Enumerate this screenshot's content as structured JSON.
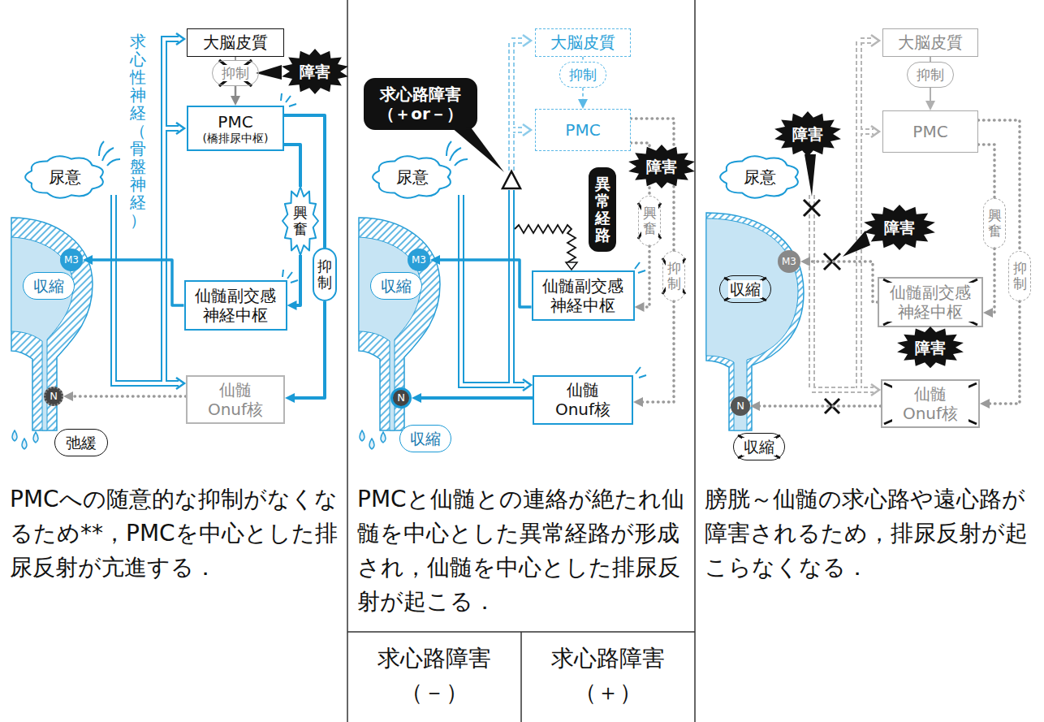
{
  "diagram": {
    "nodes": [
      {
        "text": [
          "大脳皮質"
        ]
      },
      {
        "text": [
          "抑制"
        ]
      },
      {
        "text": [
          "障害"
        ]
      },
      {
        "text": [
          "PMC",
          "(橋排尿中枢)"
        ]
      },
      {
        "text": [
          "尿意"
        ]
      },
      {
        "text": [
          "興奮"
        ]
      },
      {
        "text": [
          "抑制"
        ]
      },
      {
        "text": [
          "M3"
        ]
      },
      {
        "text": [
          "収縮"
        ]
      },
      {
        "text": [
          "仙髄副交感 神経中枢"
        ]
      },
      {
        "text": [
          "仙髄 Onuf核"
        ]
      },
      {
        "text": [
          "N"
        ]
      },
      {
        "text": [
          "弛緩"
        ]
      },
      {
        "text": [
          "求心路障害 （＋or－）"
        ]
      },
      {
        "text": [
          "大脳皮質"
        ]
      },
      {
        "text": [
          "抑制"
        ]
      },
      {
        "text": [
          "PMC"
        ]
      },
      {
        "text": [
          "障害"
        ]
      },
      {
        "text": [
          "尿意"
        ]
      },
      {
        "text": [
          "異常経路"
        ]
      },
      {
        "text": [
          "興奮"
        ]
      },
      {
        "text": [
          "抑制"
        ]
      },
      {
        "text": [
          "M3"
        ]
      },
      {
        "text": [
          "収縮"
        ]
      },
      {
        "text": [
          "仙髄副交感 神経中枢"
        ]
      },
      {
        "text": [
          "仙髄 Onuf核"
        ]
      },
      {
        "text": [
          "N"
        ]
      },
      {
        "text": [
          "収縮"
        ]
      },
      {
        "text": [
          "大脳皮質"
        ]
      },
      {
        "text": [
          "抑制"
        ]
      },
      {
        "text": [
          "障害"
        ]
      },
      {
        "text": [
          "PMC"
        ]
      },
      {
        "text": [
          "尿意"
        ]
      },
      {
        "text": [
          "障害"
        ]
      },
      {
        "text": [
          "興奮"
        ]
      },
      {
        "text": [
          "抑制"
        ]
      },
      {
        "text": [
          "M3"
        ]
      },
      {
        "text": [
          "収縮"
        ]
      },
      {
        "text": [
          "仙髄副交感 神経中枢"
        ]
      },
      {
        "text": [
          "障害"
        ]
      },
      {
        "text": [
          "仙髄 Onuf核"
        ]
      },
      {
        "text": [
          "N"
        ]
      },
      {
        "text": [
          "収縮"
        ]
      }
    ],
    "edges": [
      {
        "from": 0,
        "to": 1,
        "arrow": "none"
      },
      {
        "from": 1,
        "to": 3,
        "arrow": "to"
      },
      {
        "from": 3,
        "to": 5,
        "arrow": "none"
      },
      {
        "from": 5,
        "to": 9,
        "arrow": "to"
      },
      {
        "from": 3,
        "to": 6,
        "arrow": "none"
      },
      {
        "from": 6,
        "to": 10,
        "arrow": "to"
      },
      {
        "from": 9,
        "to": 7,
        "arrow": "to"
      },
      {
        "from": 10,
        "to": 11,
        "arrow": "to"
      },
      {
        "from": 14,
        "to": 15,
        "arrow": "none"
      },
      {
        "from": 15,
        "to": 16,
        "arrow": "to"
      },
      {
        "from": 16,
        "to": 20,
        "arrow": "none"
      },
      {
        "from": 20,
        "to": 24,
        "arrow": "to"
      },
      {
        "from": 16,
        "to": 21,
        "arrow": "none"
      },
      {
        "from": 21,
        "to": 25,
        "arrow": "to"
      },
      {
        "from": 24,
        "to": 22,
        "arrow": "to"
      },
      {
        "from": 25,
        "to": 26,
        "arrow": "to"
      },
      {
        "from": 28,
        "to": 29,
        "arrow": "none"
      },
      {
        "from": 29,
        "to": 31,
        "arrow": "to"
      },
      {
        "from": 31,
        "to": 34,
        "arrow": "none"
      },
      {
        "from": 34,
        "to": 38,
        "arrow": "to"
      },
      {
        "from": 31,
        "to": 35,
        "arrow": "none"
      },
      {
        "from": 35,
        "to": 40,
        "arrow": "to"
      },
      {
        "from": 38,
        "to": 36,
        "arrow": "to"
      },
      {
        "from": 40,
        "to": 41,
        "arrow": "to"
      }
    ],
    "labels": [
      "求心性神経（骨盤神経）",
      "PMCへの随意的な抑制がなくなるため**，PMCを中心とした排尿反射が亢進する．",
      "PMCと仙髄との連絡が絶たれ仙髄を中心とした異常経路が形成され，仙髄を中心とした排尿反射が起こる．",
      "求心路障害 （－）",
      "求心路障害 （＋）",
      "膀胱～仙髄の求心路や遠心路が障害されるため，排尿反射が起こらなくなる．"
    ]
  }
}
